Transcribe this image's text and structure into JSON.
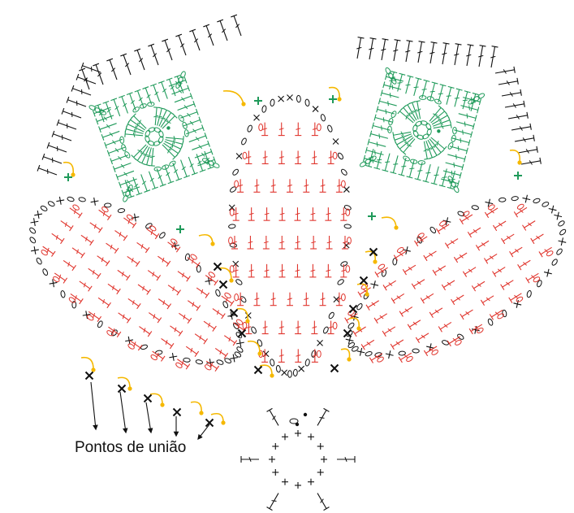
{
  "diagram": {
    "caption": "Pontos de união",
    "colors": {
      "green": "#1f9a5a",
      "red": "#e0342c",
      "black": "#111111",
      "yellow": "#f5b800"
    },
    "elements": {
      "green_squares": 2,
      "red_petals": 3,
      "center_ring": 1,
      "join_arrows": 5
    }
  }
}
